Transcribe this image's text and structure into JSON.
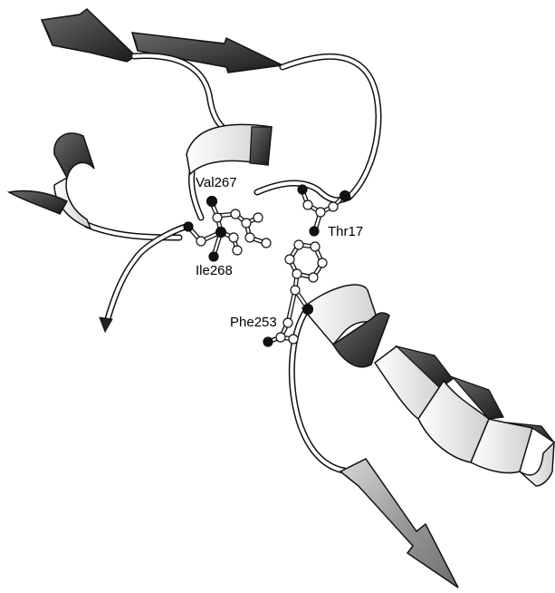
{
  "figure": {
    "labels": {
      "val267": "Val267",
      "ile268": "Ile268",
      "thr17": "Thr17",
      "phe253": "Phe253"
    }
  }
}
